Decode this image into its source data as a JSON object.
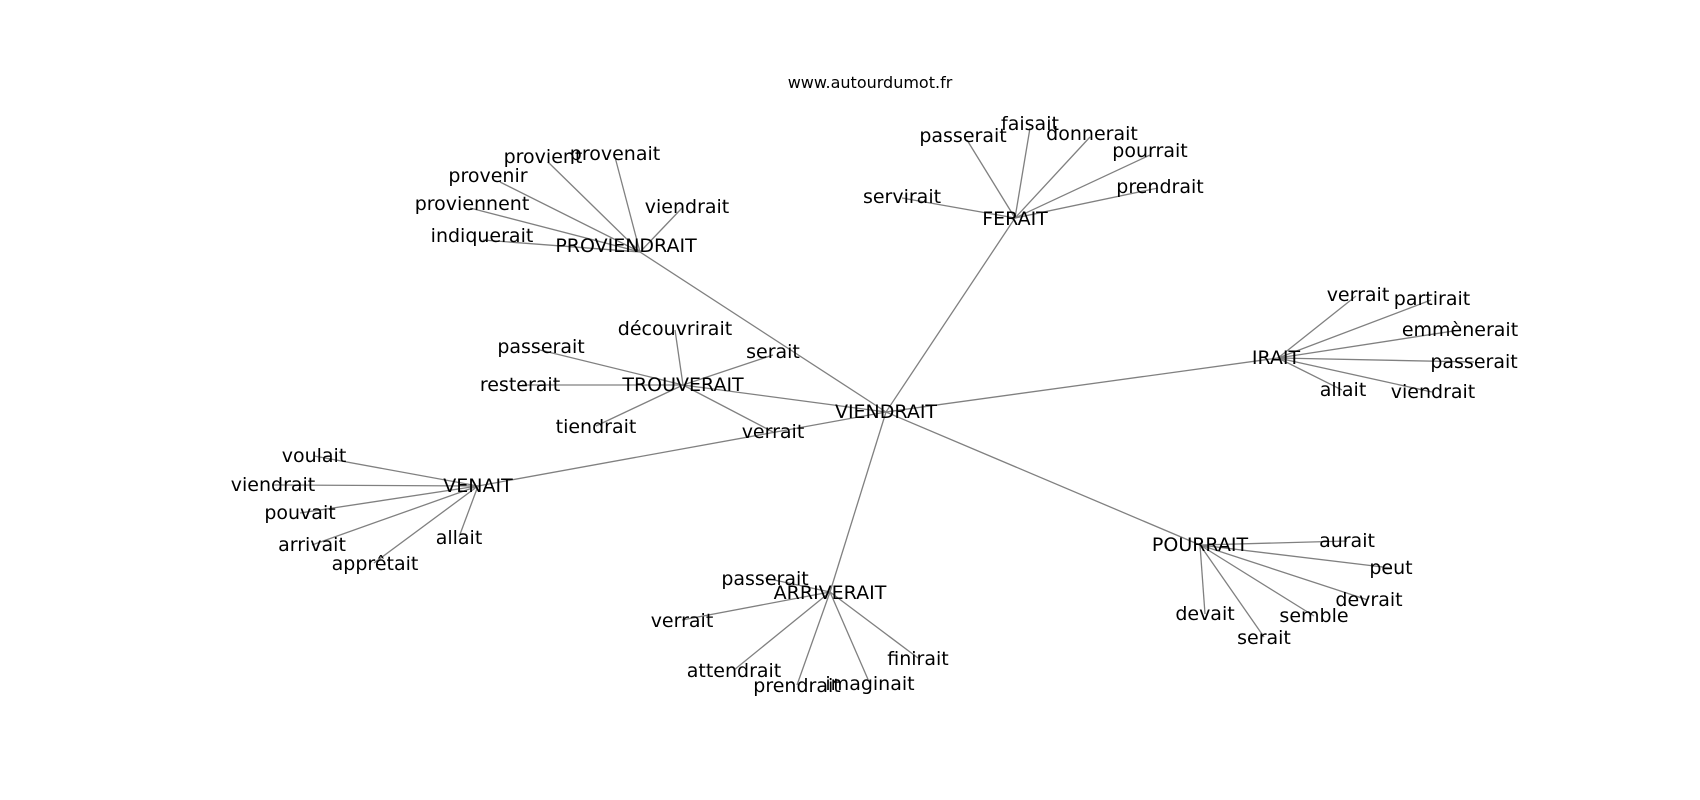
{
  "site": "www.autourdumot.fr",
  "center": "VIENDRAIT",
  "colors": {
    "edge": "#808080",
    "text": "#000000",
    "background": "#ffffff"
  },
  "hubs": [
    {
      "id": "proviendrait",
      "label": "PROVIENDRAIT",
      "leaves": [
        "provient",
        "provenait",
        "provenir",
        "viendrait",
        "proviennent",
        "indiquerait"
      ]
    },
    {
      "id": "ferait",
      "label": "FERAIT",
      "leaves": [
        "faisait",
        "passerait",
        "donnerait",
        "pourrait",
        "prendrait",
        "servirait"
      ]
    },
    {
      "id": "trouverait",
      "label": "TROUVERAIT",
      "leaves": [
        "découvrirait",
        "passerait",
        "serait",
        "resterait",
        "tiendrait",
        "verrait"
      ]
    },
    {
      "id": "irait",
      "label": "IRAIT",
      "leaves": [
        "verrait",
        "partirait",
        "emmènerait",
        "passerait",
        "allait",
        "viendrait"
      ]
    },
    {
      "id": "venait",
      "label": "VENAIT",
      "leaves": [
        "voulait",
        "viendrait",
        "pouvait",
        "arrivait",
        "allait",
        "apprêtait"
      ]
    },
    {
      "id": "pourrait",
      "label": "POURRAIT",
      "leaves": [
        "aurait",
        "peut",
        "devrait",
        "devait",
        "semble",
        "serait"
      ]
    },
    {
      "id": "arriverait",
      "label": "ARRIVERAIT",
      "leaves": [
        "passerait",
        "verrait",
        "finirait",
        "attendrait",
        "prendrait",
        "imaginait"
      ]
    }
  ]
}
